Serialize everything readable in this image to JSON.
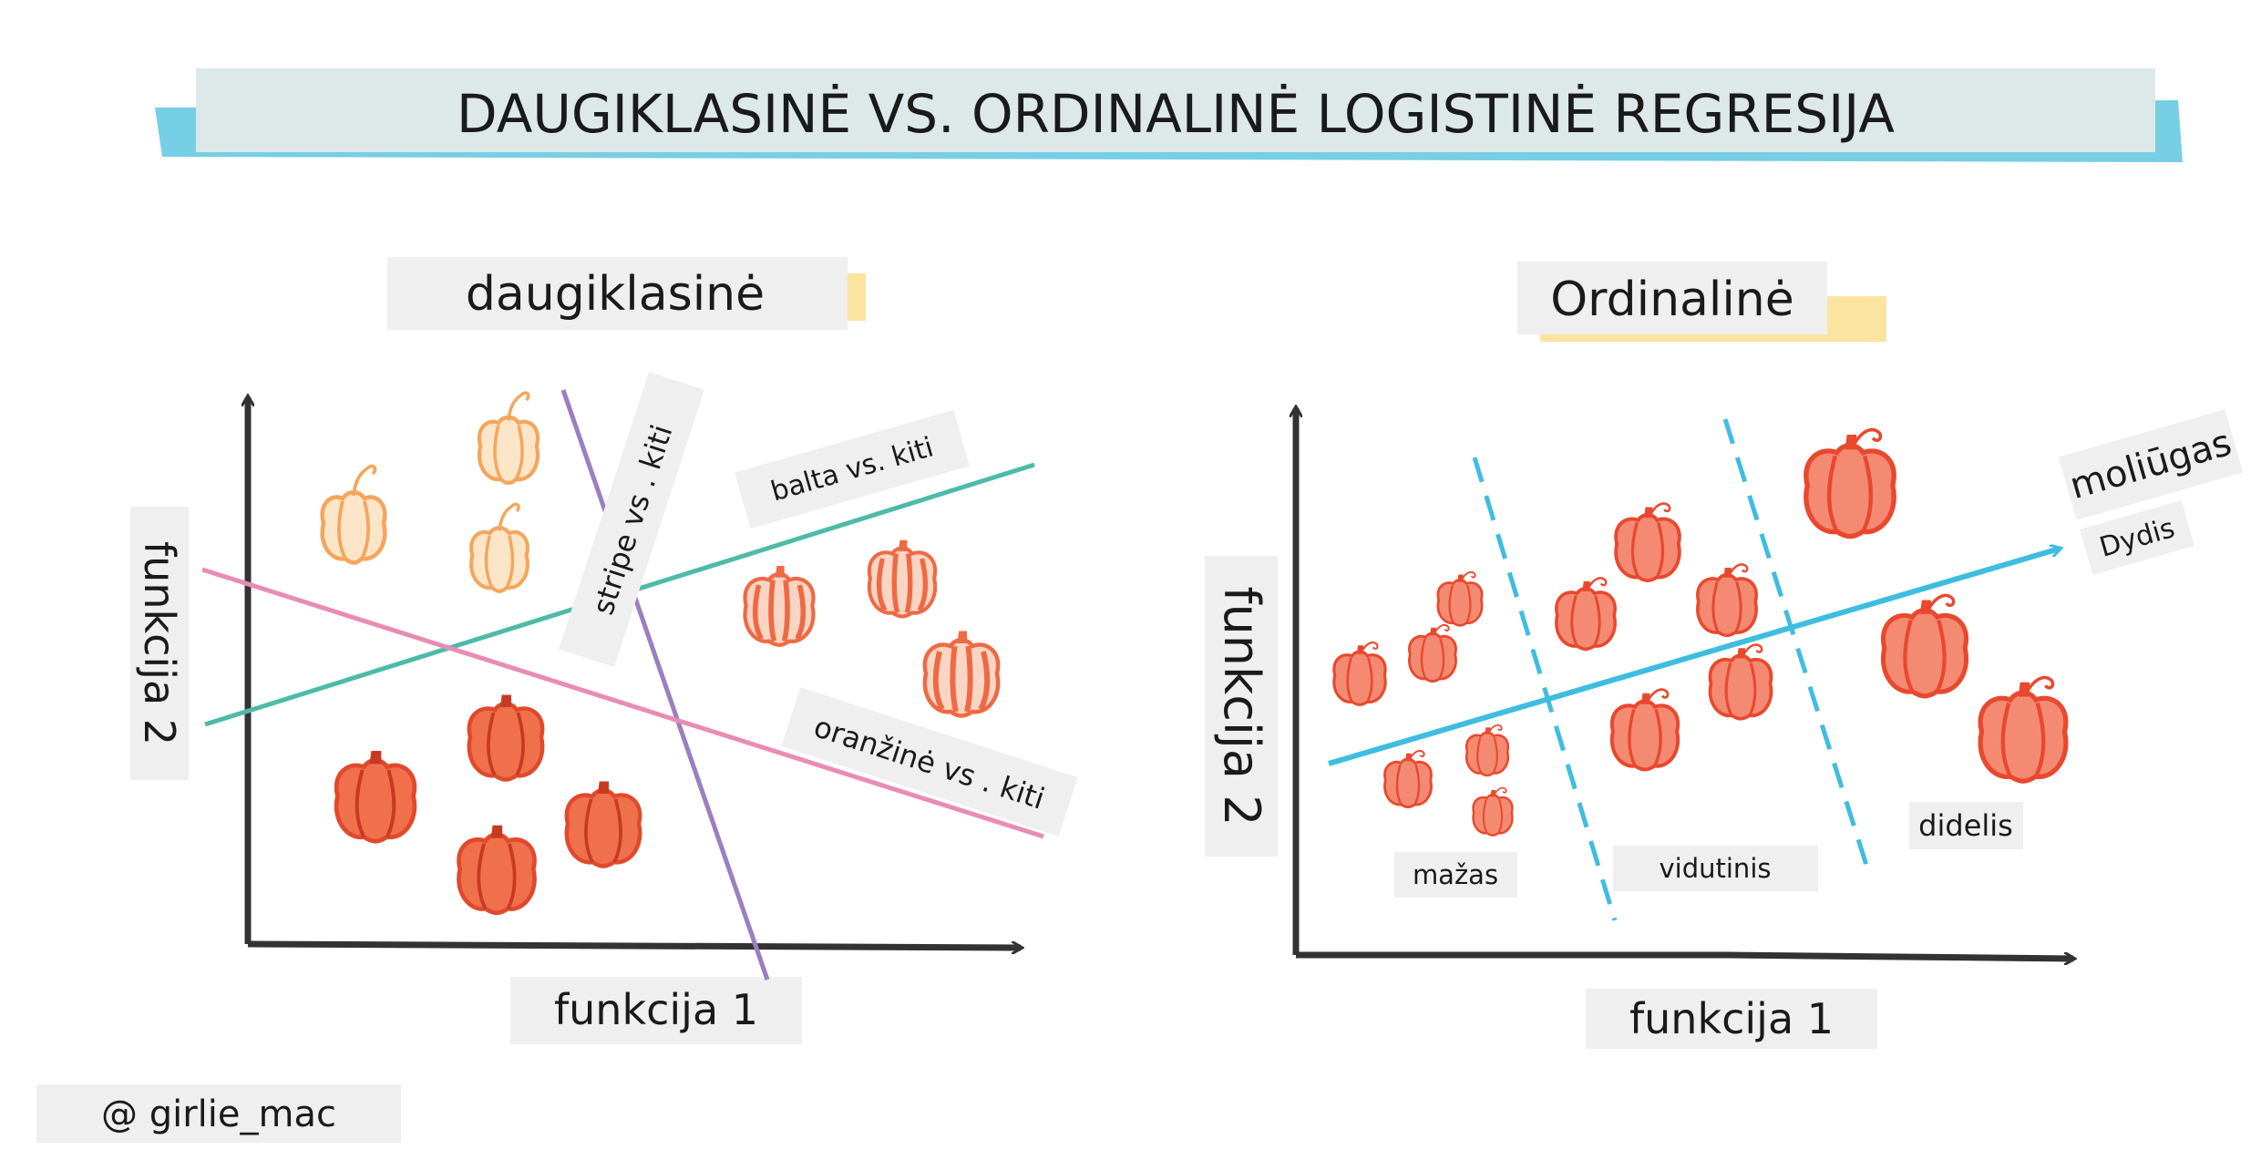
{
  "title": "DAUGIKLASINĖ VS. ORDINALINĖ LOGISTINĖ REGRESIJA",
  "left": {
    "heading": "daugiklasinė",
    "x_axis_label": "funkcija 1",
    "y_axis_label": "funkcija 2",
    "boundaries": {
      "stripe": "stripe vs . kiti",
      "white": "balta vs. kiti",
      "orange": "oranžinė vs . kiti"
    }
  },
  "right": {
    "heading": "Ordinalinė",
    "x_axis_label": "funkcija 1",
    "y_axis_label": "funkcija 2",
    "direction_label": "moliūgas",
    "direction_sublabel": "Dydis",
    "classes": {
      "small": "mažas",
      "medium": "vidutinis",
      "large": "didelis"
    }
  },
  "credit": "@ girlie_mac",
  "colors": {
    "title_bg": "#dde8e8",
    "title_wash": "#5ec7e0",
    "heading_wash": "#fbe3a0",
    "label_bg": "#efefef",
    "axis": "#333333",
    "stripe_line": "#9b7fc0",
    "white_line": "#4dbba8",
    "orange_line": "#e98cb4",
    "ordinal_line": "#3fbde0",
    "white_pumpkin": "#f5b678",
    "orange_pumpkin": "#ee5a3a",
    "stripe_pumpkin": "#f07a50"
  },
  "pumpkin_icon": "pumpkin-icon"
}
